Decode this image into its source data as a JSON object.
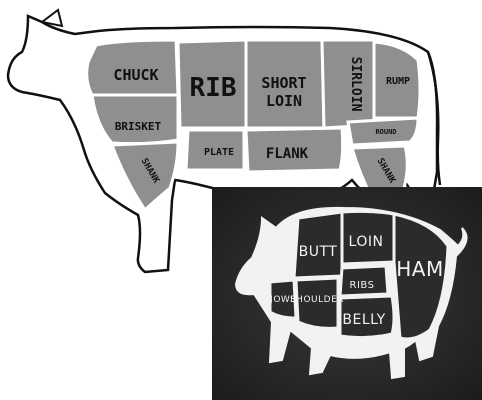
{
  "cow_chart": {
    "cuts": [
      {
        "id": "chuck",
        "label": "CHUCK"
      },
      {
        "id": "rib",
        "label": "RIB"
      },
      {
        "id": "short-loin",
        "label": "SHORT LOIN"
      },
      {
        "id": "sirloin",
        "label": "SIRLOIN"
      },
      {
        "id": "rump",
        "label": "RUMP"
      },
      {
        "id": "brisket",
        "label": "BRISKET"
      },
      {
        "id": "plate",
        "label": "PLATE"
      },
      {
        "id": "flank",
        "label": "FLANK"
      },
      {
        "id": "round",
        "label": "ROUND"
      },
      {
        "id": "shank-front",
        "label": "SHANK"
      },
      {
        "id": "shank-rear",
        "label": "SHANK"
      }
    ],
    "colors": {
      "cut_fill": "#8f8f8f",
      "outline": "#111111",
      "background": "#ffffff"
    }
  },
  "pig_chart": {
    "cuts": [
      {
        "id": "butt",
        "label": "BUTT"
      },
      {
        "id": "loin",
        "label": "LOIN"
      },
      {
        "id": "ham",
        "label": "HAM"
      },
      {
        "id": "ribs",
        "label": "RIBS"
      },
      {
        "id": "jowl",
        "label": "JOWL"
      },
      {
        "id": "shoulder",
        "label": "SHOULDER"
      },
      {
        "id": "belly",
        "label": "BELLY"
      }
    ],
    "colors": {
      "board": "#2b2b2b",
      "chalk": "#f2f2f2"
    }
  }
}
